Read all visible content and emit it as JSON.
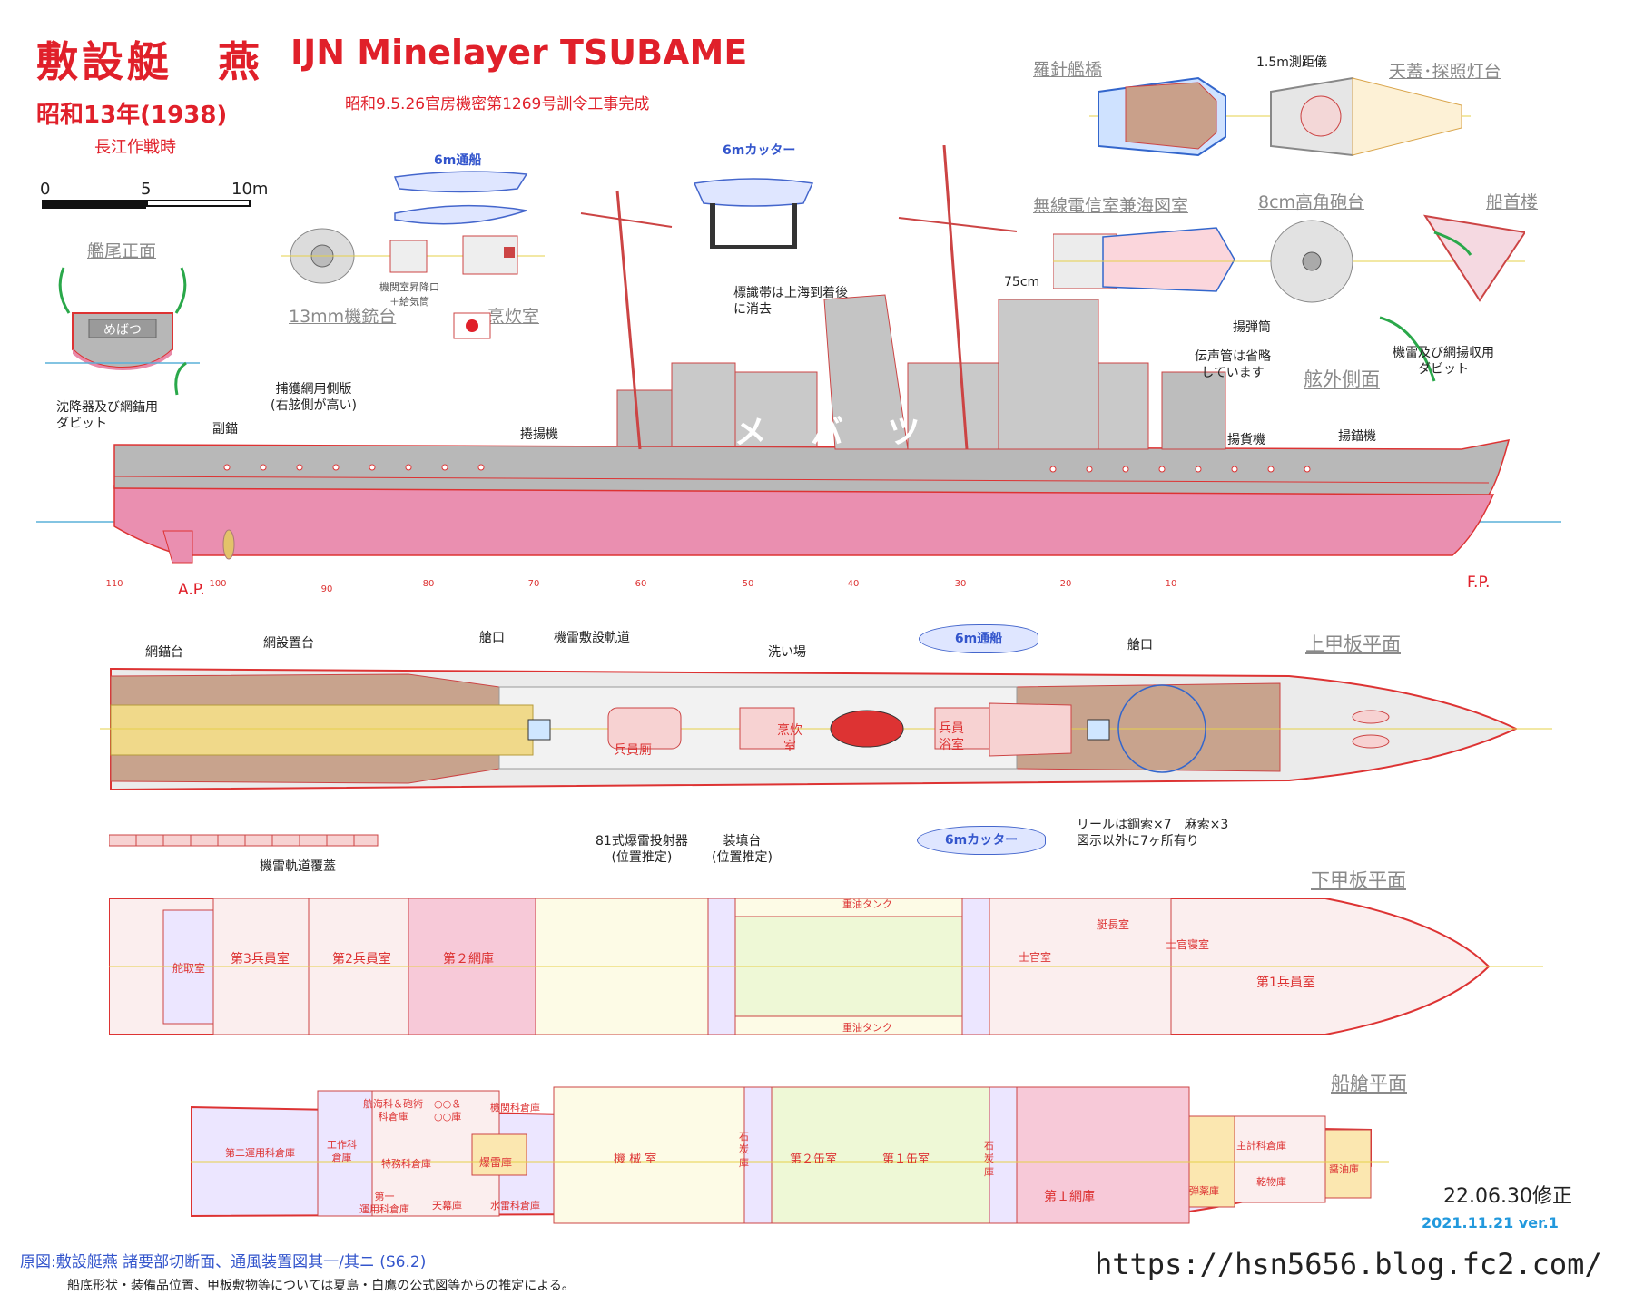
{
  "title": {
    "jp": "敷設艇　燕",
    "en": "IJN Minelayer  TSUBAME",
    "era": "昭和13年(1938)",
    "period": "長江作戦時",
    "order": "昭和9.5.26官房機密第1269号訓令工事完成"
  },
  "scale": {
    "zero": "0",
    "five": "5",
    "ten": "10m"
  },
  "views": {
    "stern": "艦尾正面",
    "compass_bridge": "羅針艦橋",
    "rangefinder": "1.5m測距儀",
    "canopy": "天蓋･探照灯台",
    "radio_room": "無線電信室兼海図室",
    "gun_8cm": "8cm高角砲台",
    "forecastle": "船首楼",
    "profile": "舷外側面",
    "upper_deck": "上甲板平面",
    "lower_deck": "下甲板平面",
    "hold": "船艙平面",
    "mg_13mm": "13mm機銃台",
    "galley": "烹炊室"
  },
  "labels": {
    "boat_6m": "6m通船",
    "cutter_6m": "6mカッター",
    "engine_hatch": "機関室昇降口\n＋給気筒",
    "id_band": "標識帯は上海到着後\nに消去",
    "cm75": "75cm",
    "voice_tube": "伝声管は省略\nしています",
    "ammo_hoist": "揚弾筒",
    "mine_davit": "機雷及び網揚収用\nダビット",
    "sinker_davit": "沈降器及び網錨用\nダビット",
    "net_board": "捕獲網用側版\n(右舷側が高い)",
    "sub_anchor": "副錨",
    "winch": "捲揚機",
    "cargo_winch": "揚貨機",
    "anchor_winch": "揚錨機",
    "ap": "A.P.",
    "fp": "F.P.",
    "net_anchor_stand": "網錨台",
    "net_stowage": "網設置台",
    "hatch": "艙口",
    "mine_rail": "機雷敷設軌道",
    "wash": "洗い場",
    "hatch2": "艙口",
    "dc_thrower": "81式爆雷投射器\n(位置推定)",
    "loading_stand": "装填台\n(位置推定)",
    "rail_cover": "機雷軌道覆蓋",
    "reel_note": "リールは鋼索×7　麻索×3\n図示以外に7ヶ所有り",
    "crew_head": "兵員厠",
    "galley_room": "烹炊\n室",
    "crew_bath": "兵員\n浴室",
    "hull_name": "メ　バ　ツ"
  },
  "frames": [
    "110",
    "100",
    "90",
    "80",
    "70",
    "60",
    "50",
    "40",
    "30",
    "20",
    "10"
  ],
  "lower_deck_rooms": {
    "steering": "舵取室",
    "crew3": "第3兵員室",
    "crew2": "第2兵員室",
    "net2": "第２網庫",
    "fuel_tank_top": "重油タンク",
    "fuel_tank_bottom": "重油タンク",
    "officers": "士官室",
    "captain": "艇長室",
    "petty": "士官寝室",
    "crew1": "第1兵員室"
  },
  "hold_rooms": {
    "store2": "第二運用科倉庫",
    "works": "工作科\n倉庫",
    "nav_gun": "航海科＆砲術\n科倉庫",
    "oo": "○○＆\n○○庫",
    "engine_store": "機関科倉庫",
    "special": "特務科倉庫",
    "dc_mag": "爆雷庫",
    "store1": "第一\n運用科倉庫",
    "tent": "天幕庫",
    "mine_store": "水雷科倉庫",
    "engine": "機 械 室",
    "coal1": "石\n炭\n庫",
    "boiler2": "第２缶室",
    "boiler1": "第１缶室",
    "coal2": "石\n炭\n庫",
    "net1": "第１網庫",
    "shell": "弾薬庫",
    "paymaster": "主計科倉庫",
    "dry": "乾物庫",
    "sauce": "醤油庫"
  },
  "footer": {
    "revised": "22.06.30修正",
    "version": "2021.11.21 ver.1",
    "source": "原図:敷設艇燕 諸要部切断面、通風装置図其一/其ニ (S6.2)",
    "note": "船底形状・装備品位置、甲板敷物等については夏島・白鷹の公式図等からの推定による。",
    "url": "https://hsn5656.blog.fc2.com/"
  }
}
